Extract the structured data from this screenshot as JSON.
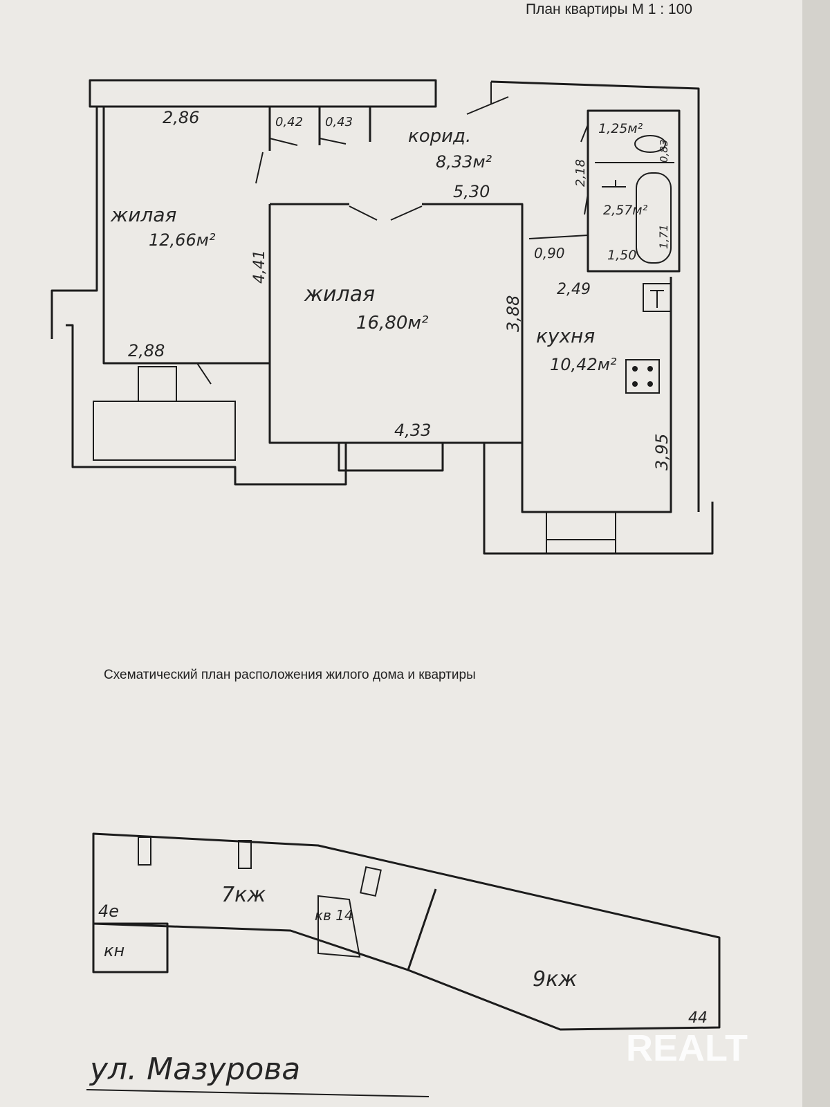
{
  "header": {
    "title": "План квартиры М 1 : 100"
  },
  "plan": {
    "corridor": {
      "name": "корид.",
      "area": "8,33м²"
    },
    "living_small": {
      "name": "жилая",
      "area": "12,66м²"
    },
    "living_large": {
      "name": "жилая",
      "area": "16,80м²"
    },
    "kitchen": {
      "name": "кухня",
      "area": "10,42м²"
    },
    "wc": {
      "area": "1,25м²",
      "dim": "0,83"
    },
    "bathroom": {
      "area": "2,57м²",
      "dim_a": "1,71",
      "dim_b": "1,50"
    },
    "dimensions": {
      "top_left": "2,86",
      "closet_1": "0,42",
      "closet_2": "0,43",
      "corridor_len": "5,30",
      "left_room_height": "4,41",
      "left_room_bottom": "2,88",
      "large_room_height": "3,88",
      "large_room_bottom": "4,33",
      "doorway": "0,90",
      "kitchen_width": "2,49",
      "kitchen_height": "3,95",
      "bath_block": "2,18"
    }
  },
  "scheme": {
    "title": "Схематический план расположения жилого дома и квартиры",
    "building_1": "7кж",
    "building_2": "9кж",
    "flat": "кв 14",
    "corner_left": "4е",
    "kn": "кн",
    "corner_right": "44",
    "street": "ул. Мазурова"
  },
  "watermark": {
    "text": "REALT",
    "color": "#ffffff"
  }
}
